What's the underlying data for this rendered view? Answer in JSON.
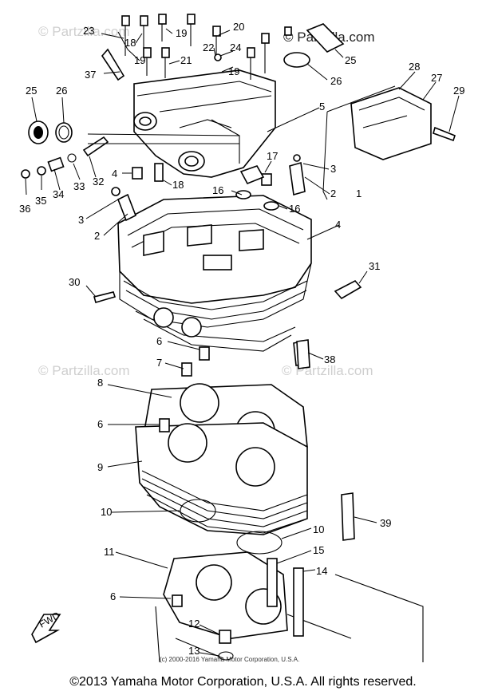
{
  "watermark": {
    "brand": "Partzilla.com",
    "symbol": "©"
  },
  "labels": [
    "23",
    "18",
    "19",
    "20",
    "19",
    "22",
    "21",
    "24",
    "19",
    "25",
    "37",
    "26",
    "5",
    "28",
    "27",
    "29",
    "25",
    "26",
    "32",
    "33",
    "34",
    "35",
    "36",
    "4",
    "18",
    "17",
    "3",
    "16",
    "2",
    "1",
    "16",
    "3",
    "2",
    "4",
    "31",
    "30",
    "6",
    "38",
    "7",
    "8",
    "6",
    "9",
    "10",
    "10",
    "39",
    "11",
    "15",
    "14",
    "6",
    "12",
    "13"
  ],
  "inner_copyright": "(c) 2000-2016 Yamaha Motor Corporation, U.S.A.",
  "fwd_label": "FWD",
  "copyright": "©2013 Yamaha Motor Corporation, U.S.A. All rights reserved."
}
